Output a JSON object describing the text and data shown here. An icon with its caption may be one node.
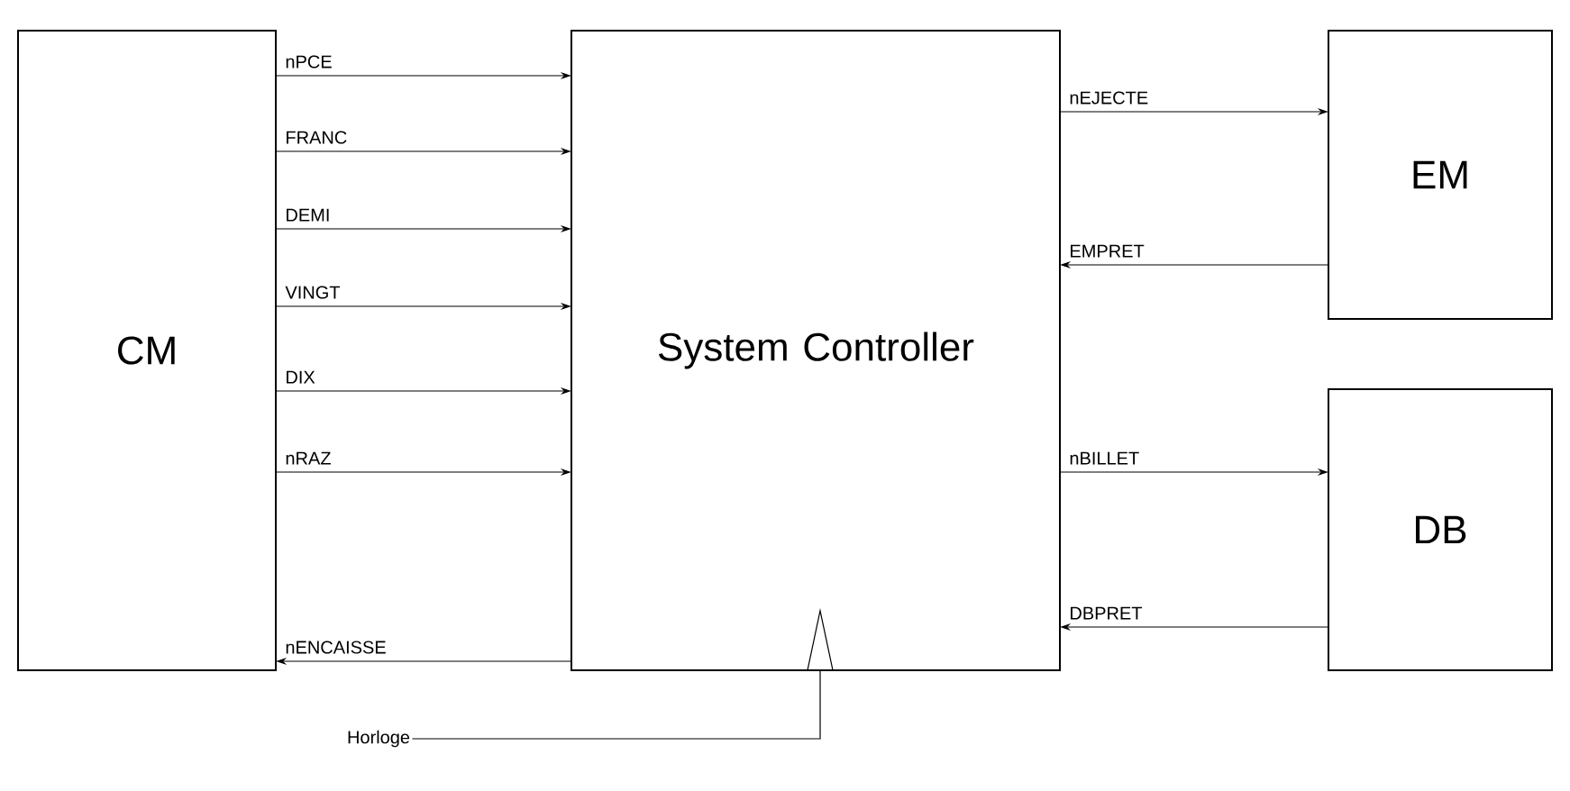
{
  "diagram": {
    "nodes": [
      {
        "text": [
          "CM"
        ]
      },
      {
        "text": [
          "System Controller"
        ]
      },
      {
        "text": [
          "EM"
        ]
      },
      {
        "text": [
          "DB"
        ]
      },
      {
        "text": [
          "Horloge"
        ]
      }
    ],
    "edges": [
      {
        "from": 0,
        "to": 1,
        "arrow": "to",
        "label": "nPCE"
      },
      {
        "from": 0,
        "to": 1,
        "arrow": "to",
        "label": "FRANC"
      },
      {
        "from": 0,
        "to": 1,
        "arrow": "to",
        "label": "DEMI"
      },
      {
        "from": 0,
        "to": 1,
        "arrow": "to",
        "label": "VINGT"
      },
      {
        "from": 0,
        "to": 1,
        "arrow": "to",
        "label": "DIX"
      },
      {
        "from": 0,
        "to": 1,
        "arrow": "to",
        "label": "nRAZ"
      },
      {
        "from": 1,
        "to": 0,
        "arrow": "to",
        "label": "nENCAISSE"
      },
      {
        "from": 1,
        "to": 2,
        "arrow": "to",
        "label": "nEJECTE"
      },
      {
        "from": 2,
        "to": 1,
        "arrow": "to",
        "label": "EMPRET"
      },
      {
        "from": 1,
        "to": 3,
        "arrow": "to",
        "label": "nBILLET"
      },
      {
        "from": 3,
        "to": 1,
        "arrow": "to",
        "label": "DBPRET"
      },
      {
        "from": 4,
        "to": 1,
        "arrow": "to"
      }
    ]
  }
}
